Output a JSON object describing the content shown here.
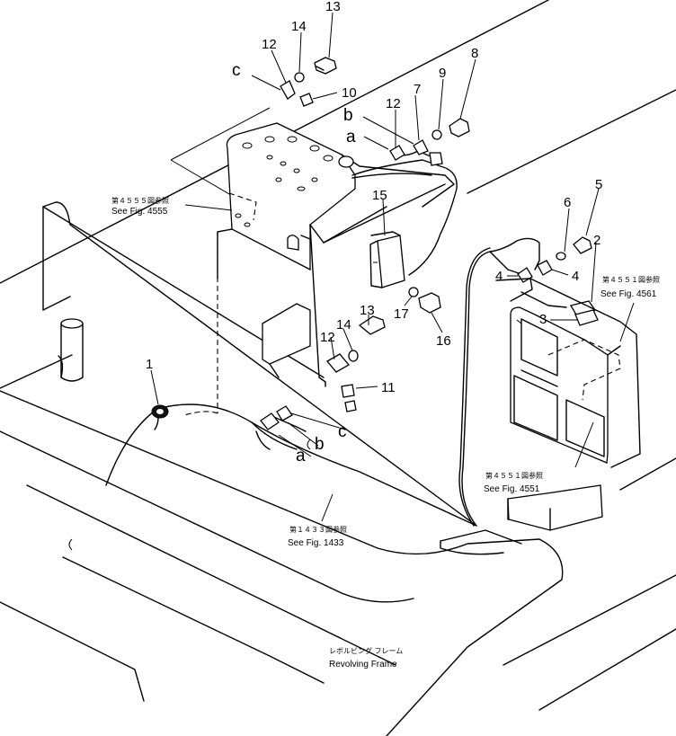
{
  "callouts": {
    "c1": "1",
    "c2": "2",
    "c3": "3",
    "c4a": "4",
    "c4b": "4",
    "c5": "5",
    "c6": "6",
    "c7": "7",
    "c8": "8",
    "c9": "9",
    "c10": "10",
    "c11": "11",
    "c12a": "12",
    "c12b": "12",
    "c12c": "12",
    "c13a": "13",
    "c13b": "13",
    "c14a": "14",
    "c14b": "14",
    "c15": "15",
    "c16": "16",
    "c17": "17"
  },
  "letters": {
    "c_top": "c",
    "b_top": "b",
    "a_top": "a",
    "c_low": "c",
    "b_low": "b",
    "a_low": "a"
  },
  "refs": {
    "fig4555_jp": "第４５５５図参照",
    "fig4555_en": "See Fig. 4555",
    "fig4551a_jp": "第４５５１図参照",
    "fig4551a_en": "See Fig. 4561",
    "fig4551b_jp": "第４５５１図参照",
    "fig4551b_en": "See Fig. 4551",
    "fig1433_jp": "第１４３３図参照",
    "fig1433_en": "See Fig. 1433",
    "frame_jp": "レボルビング フレーム",
    "frame_en": "Revolving Frame"
  }
}
